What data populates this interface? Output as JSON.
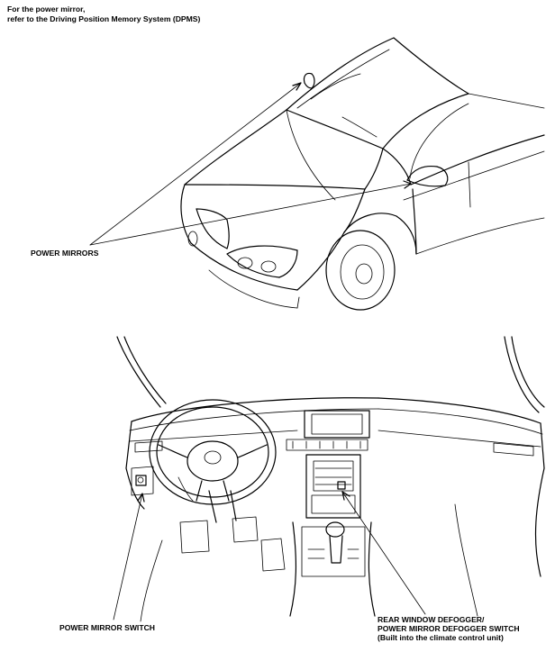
{
  "note": {
    "line1": "For the power mirror,",
    "line2": "refer to the Driving Position Memory System (DPMS)"
  },
  "labels": {
    "power_mirrors": "POWER MIRRORS",
    "power_mirror_switch": "POWER MIRROR SWITCH",
    "defogger_line1": "REAR WINDOW DEFOGGER/",
    "defogger_line2": "POWER MIRROR DEFOGGER SWITCH",
    "defogger_line3": "(Built into the climate control unit)"
  }
}
